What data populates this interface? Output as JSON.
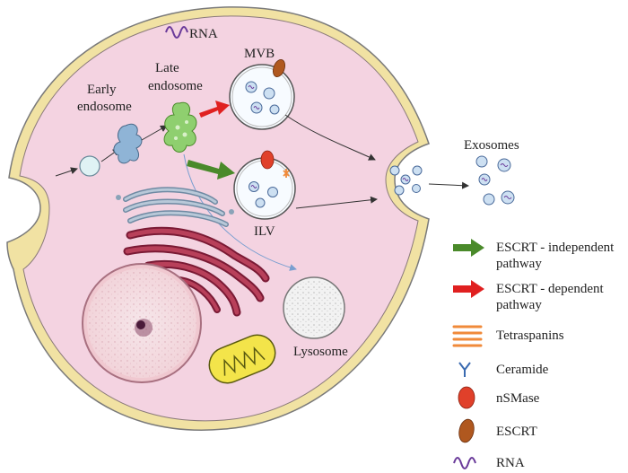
{
  "labels": {
    "rna_top": "RNA",
    "early_endosome_line1": "Early",
    "early_endosome_line2": "endosome",
    "late_endosome_line1": "Late",
    "late_endosome_line2": "endosome",
    "mvb": "MVB",
    "ilv": "ILV",
    "exosomes": "Exosomes",
    "lysosome": "Lysosome"
  },
  "legend": {
    "escrt_independent_line1": "ESCRT - independent",
    "escrt_independent_line2": "pathway",
    "escrt_dependent_line1": "ESCRT - dependent",
    "escrt_dependent_line2": "pathway",
    "tetraspanins": "Tetraspanins",
    "ceramide": "Ceramide",
    "nsmase": "nSMase",
    "escrt": "ESCRT",
    "rna": "RNA"
  },
  "colors": {
    "cytoplasm": "#f4d3e1",
    "membrane": "#f1e2a3",
    "membrane_outline": "#7a7a7a",
    "green_arrow": "#4a8a2a",
    "red_arrow": "#e02020",
    "endosome_blue": "#8fb4d6",
    "late_endosome_green": "#8fcf6f",
    "golgi_blue": "#8aa3b8",
    "er_red": "#a83a55",
    "mitochondria": "#f3e44a",
    "rna_purple": "#6a3a9a",
    "nsmase_red": "#e0402a",
    "escrt_brown": "#b0581f",
    "tetraspanin_orange": "#f08a3a",
    "ceramide_blue": "#3a6ab0"
  }
}
